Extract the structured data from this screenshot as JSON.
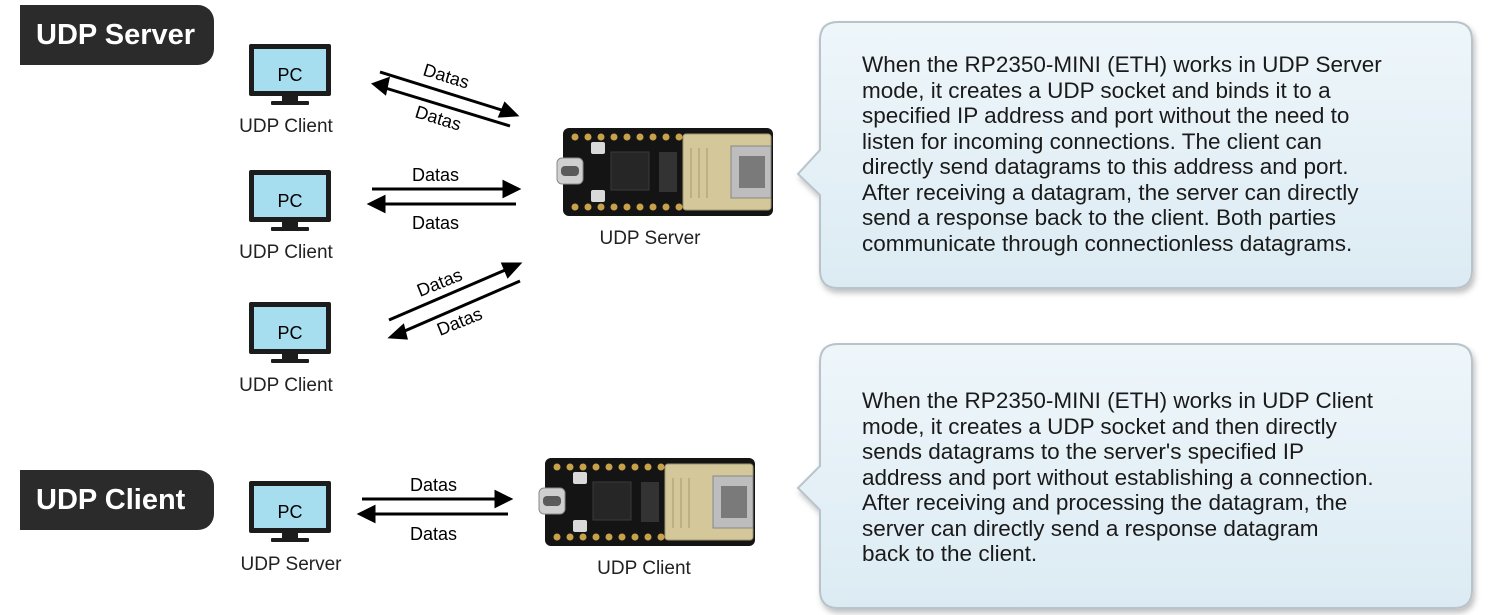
{
  "sections": {
    "server": {
      "badge": "UDP Server",
      "pc_clients": [
        {
          "screen_text": "PC",
          "label": "UDP Client"
        },
        {
          "screen_text": "PC",
          "label": "UDP Client"
        },
        {
          "screen_text": "PC",
          "label": "UDP Client"
        }
      ],
      "arrows": [
        {
          "upper": "Datas",
          "lower": "Datas"
        },
        {
          "upper": "Datas",
          "lower": "Datas"
        },
        {
          "upper": "Datas",
          "lower": "Datas"
        }
      ],
      "board_label": "UDP Server",
      "description": "When the RP2350-MINI (ETH) works in UDP Server\nmode, it creates a UDP socket and binds it to a\nspecified IP address and port without the need to\nlisten for incoming connections. The client can\ndirectly send datagrams to this address and port.\nAfter receiving a datagram, the server can directly\nsend a response back to the client. Both parties\ncommunicate through connectionless datagrams."
    },
    "client": {
      "badge": "UDP Client",
      "pc": {
        "screen_text": "PC",
        "label": "UDP Server"
      },
      "arrows": {
        "upper": "Datas",
        "lower": "Datas"
      },
      "board_label": "UDP Client",
      "description": "When the RP2350-MINI (ETH) works in UDP Client\nmode, it creates a UDP socket and then directly\nsends datagrams to the server's specified IP\naddress and port without establishing a connection.\nAfter receiving and processing the datagram, the\nserver can directly send a response datagram\nback to the client."
    }
  },
  "colors": {
    "badge_bg": "#2b2b2b",
    "monitor_screen": "#a6ddef",
    "monitor_frame": "#1c1c1c",
    "bubble_fill": "#e8f3f8",
    "bubble_border": "#b9c3cb"
  }
}
